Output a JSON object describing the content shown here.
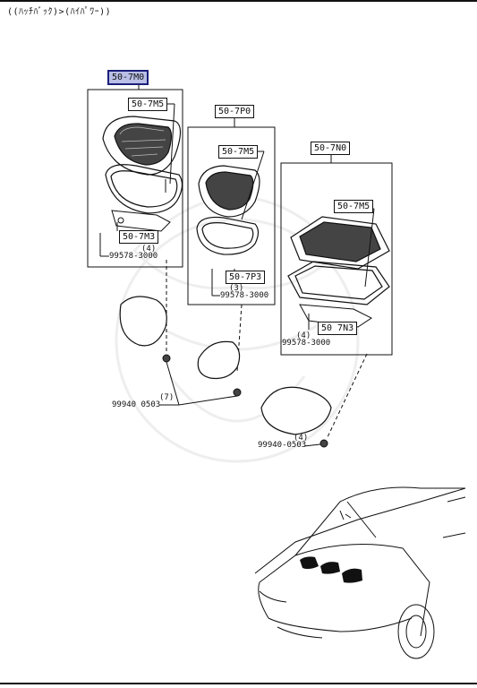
{
  "header": {
    "title": "((ﾊｯﾁﾊﾞｯｸ)>(ﾊｲﾊﾟﾜｰ))"
  },
  "groups": {
    "a": {
      "label": "50-7M0",
      "selected": true
    },
    "b": {
      "label": "50-7P0"
    },
    "c": {
      "label": "50-7N0"
    }
  },
  "parts": {
    "a_grille": "50-7M5",
    "a_bracket": "50-7M3",
    "a_qty": "(4)",
    "a_screw": "99578-3000",
    "b_grille": "50-7M5",
    "b_seal": "50-7P3",
    "b_qty": "(3)",
    "b_screw": "99578-3000",
    "c_grille": "50-7M5",
    "c_qty": "(4)",
    "c_screw": "99578-3000",
    "c_bracket": "50 7N3",
    "nut1_qty": "(7)",
    "nut1_code": "99940 0503",
    "nut2_qty": "(4)",
    "nut2_code": "99940-0503"
  }
}
